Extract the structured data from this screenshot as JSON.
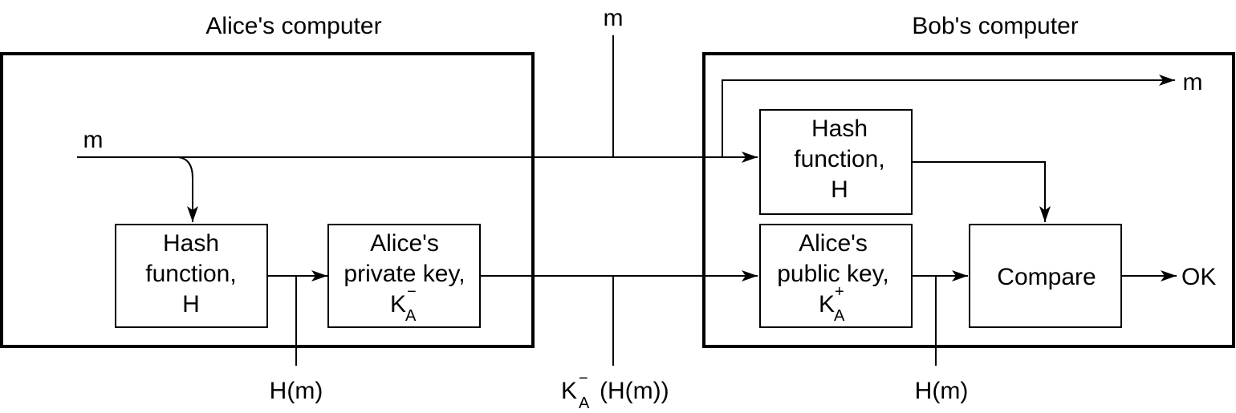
{
  "alice": {
    "title": "Alice's computer",
    "input_label": "m",
    "hash_box": {
      "line1": "Hash",
      "line2": "function,",
      "line3": "H"
    },
    "key_box": {
      "line1": "Alice's",
      "line2": "private key,",
      "key_symbol": "K",
      "key_sup": "−",
      "key_sub": "A"
    },
    "hash_output_label": "H(m)"
  },
  "channel": {
    "message_label": "m",
    "signature_symbol": "K",
    "signature_sup": "−",
    "signature_sub": "A",
    "signature_rest": "(H(m))"
  },
  "bob": {
    "title": "Bob's computer",
    "output_message_label": "m",
    "hash_box": {
      "line1": "Hash",
      "line2": "function,",
      "line3": "H"
    },
    "key_box": {
      "line1": "Alice's",
      "line2": "public key,",
      "key_symbol": "K",
      "key_sup": "+",
      "key_sub": "A"
    },
    "compare_box": {
      "label": "Compare"
    },
    "result_label": "OK",
    "decrypted_label": "H(m)"
  }
}
